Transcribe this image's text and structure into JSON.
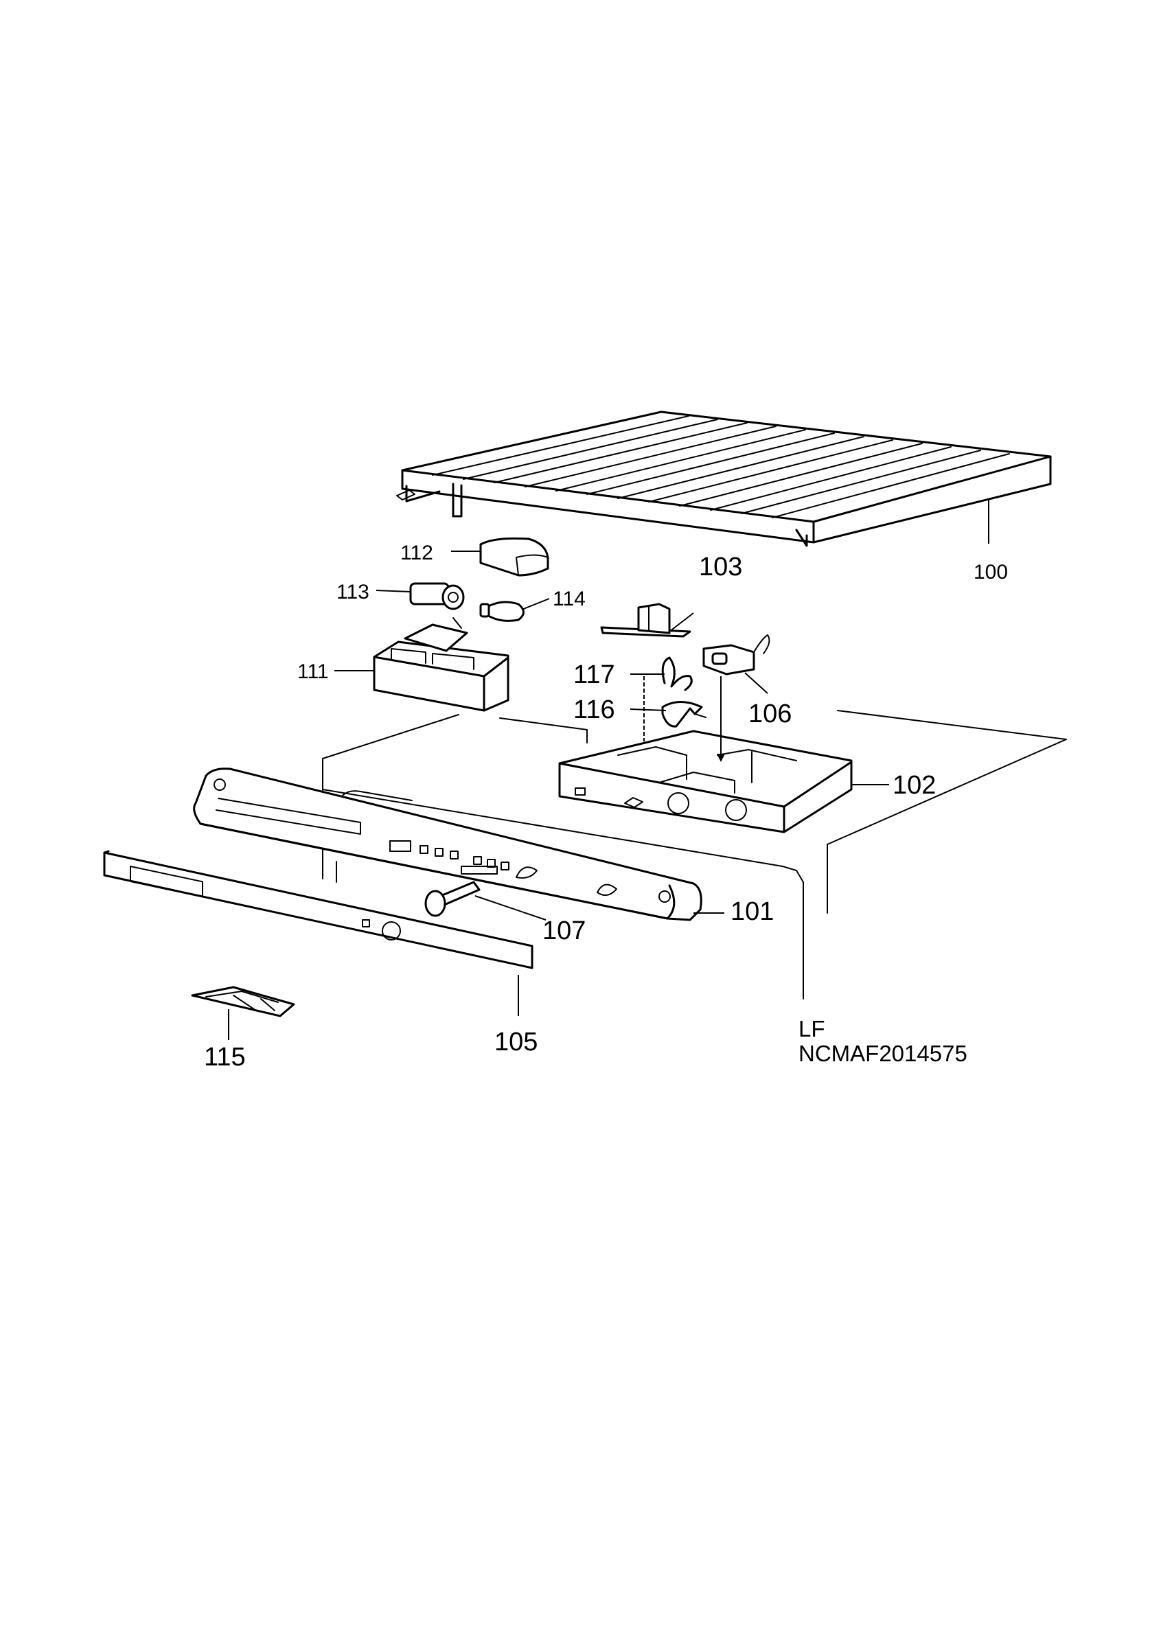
{
  "diagram": {
    "callouts": {
      "p100": "100",
      "p101": "101",
      "p102": "102",
      "p103": "103",
      "p105": "105",
      "p106": "106",
      "p107": "107",
      "p111": "111",
      "p112": "112",
      "p113": "113",
      "p114": "114",
      "p115": "115",
      "p116": "116",
      "p117": "117"
    },
    "footer": {
      "line1": "LF",
      "line2": "NCMAF2014575"
    }
  }
}
